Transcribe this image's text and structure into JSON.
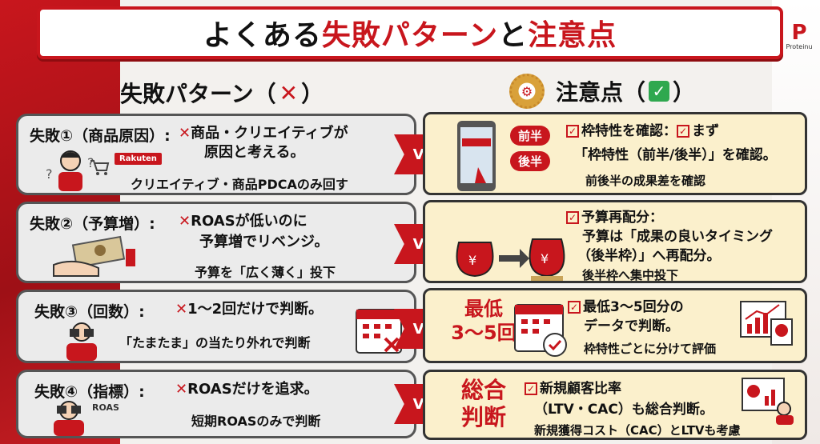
{
  "title": {
    "prefix": "よくある",
    "highlight1": "失敗パターン",
    "mid": "と",
    "highlight2": "注意点"
  },
  "brand": {
    "logo": "P",
    "name": "Proteinu"
  },
  "headings": {
    "left": "失敗パターン（",
    "left_mark": "✕",
    "left_end": "）",
    "right": "注意点（",
    "right_mark": "✓",
    "right_end": "）"
  },
  "vs_label": "Vs",
  "rows": [
    {
      "label": "失敗①（商品原因）:",
      "line1": "商品・クリエイティブが",
      "line2": "原因と考える。",
      "sub": "クリエイティブ・商品PDCAのみ回す",
      "badge": "Rakuten",
      "right": {
        "pill1": "前半",
        "pill2": "後半",
        "line1": "枠特性を確認：",
        "line1b": "まず",
        "line2": "「枠特性（前半/後半）」を確認。",
        "sub": "前後半の成果差を確認"
      }
    },
    {
      "label": "失敗②（予算増）:",
      "line1": "ROASが低いのに",
      "line2": "予算増でリベンジ。",
      "sub": "予算を「広く薄く」投下",
      "right": {
        "line1": "予算再配分：",
        "line2": "予算は「成果の良いタイミング",
        "line3": "（後半枠）」へ再配分。",
        "sub": "後半枠へ集中投下",
        "yen": "¥"
      }
    },
    {
      "label": "失敗③（回数）:",
      "line1": "1～2回だけで判断。",
      "sub": "「たまたま」の当たり外れで判断",
      "right": {
        "big1": "最低",
        "big2": "3～5回",
        "line1": "最低3～5回分の",
        "line2": "データで判断。",
        "sub": "枠特性ごとに分けて評価"
      }
    },
    {
      "label": "失敗④（指標）:",
      "line1": "ROASだけを追求。",
      "sub": "短期ROASのみで判断",
      "tag": "ROAS",
      "right": {
        "big1": "総合",
        "big2": "判断",
        "line1": "新規顧客比率",
        "line2": "（LTV・CAC）も総合判断。",
        "sub": "新規獲得コスト（CAC）とLTVも考慮"
      }
    }
  ],
  "colors": {
    "accent": "#c8161d",
    "check": "#2fa84f",
    "cream": "#fbf0cc"
  }
}
